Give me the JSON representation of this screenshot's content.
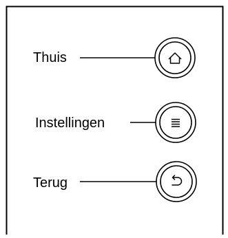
{
  "buttons": [
    {
      "label": "Thuis",
      "icon": "home-icon"
    },
    {
      "label": "Instellingen",
      "icon": "menu-icon"
    },
    {
      "label": "Terug",
      "icon": "back-icon"
    }
  ],
  "colors": {
    "line": "#000000",
    "background": "#ffffff"
  }
}
